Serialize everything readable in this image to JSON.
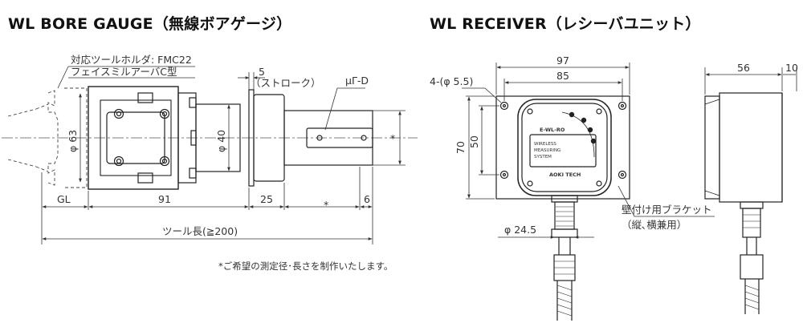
{
  "bore_gauge": {
    "title": "WL BORE GAUGE（無線ボアゲージ）",
    "holder_label_1": "対応ツールホルダ: FMC22",
    "holder_label_2": "フェイスミルアーバC型",
    "dim_stroke_value": "5",
    "dim_stroke_label": "（ストローク）",
    "dim_mu": "μΓ-D",
    "dim_phi63": "φ 63",
    "dim_phi40": "φ 40",
    "dim_star_right": "*",
    "dim_gl": "GL",
    "dim_91": "91",
    "dim_25": "25",
    "dim_star": "*",
    "dim_6": "6",
    "dim_tool_length": "ツール長(≧200)",
    "note": "*ご希望の測定径･長さを制作いたします。"
  },
  "receiver": {
    "title": "WL RECEIVER（レシーバユニット）",
    "dim_97": "97",
    "dim_85": "85",
    "dim_holes": "4-(φ 5.5)",
    "dim_70": "70",
    "dim_50": "50",
    "dim_56": "56",
    "dim_10": "10",
    "dim_phi24": "φ 24.5",
    "bracket_label_1": "壁付け用ブラケット",
    "bracket_label_2": "（縦､横兼用）",
    "panel_brand": "E-WL-RO",
    "panel_text_1": "WIRELESS",
    "panel_text_2": "MEASURING",
    "panel_text_3": "SYSTEM",
    "panel_logo": "AOKI TECH"
  }
}
